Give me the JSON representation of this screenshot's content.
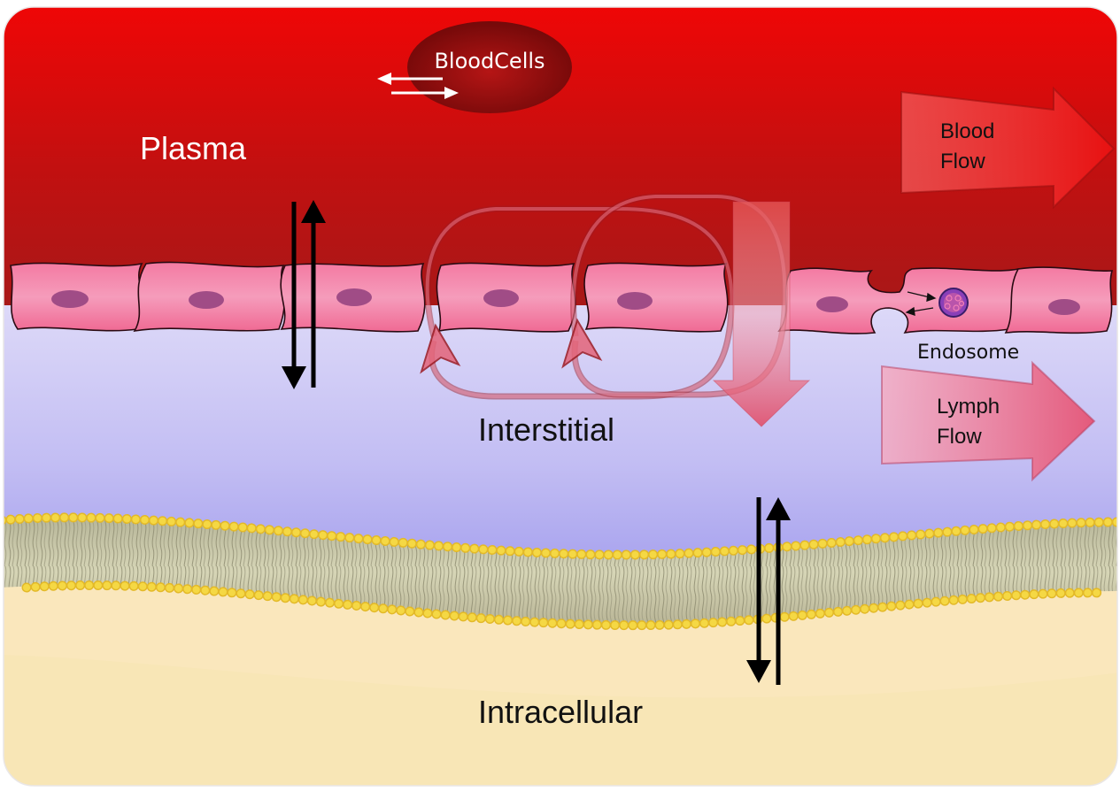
{
  "labels": {
    "blood_cells": "BloodCells",
    "plasma": "Plasma",
    "blood_flow_line1": "Blood",
    "blood_flow_line2": "Flow",
    "interstitial": "Interstitial",
    "lymph_flow_line1": "Lymph",
    "lymph_flow_line2": "Flow",
    "endosome": "Endosome",
    "intracellular": "Intracellular"
  },
  "colors": {
    "plasma_top": "#f10606",
    "plasma_bottom": "#a81414",
    "interstitial_top": "#d9d6f7",
    "interstitial_bottom": "#aba6ef",
    "intracellular": "#f8e6b6",
    "endothelial_cell": "#f26e99",
    "nucleus": "#a04c86",
    "phospholipid_head": "#f2d13a",
    "blood_cells": "#8a0c0c"
  },
  "icons": {
    "exchange_arrows": "bidirectional-arrow-icon",
    "flow_arrows": "block-arrow-icon",
    "vesicle": "endosome-icon"
  }
}
